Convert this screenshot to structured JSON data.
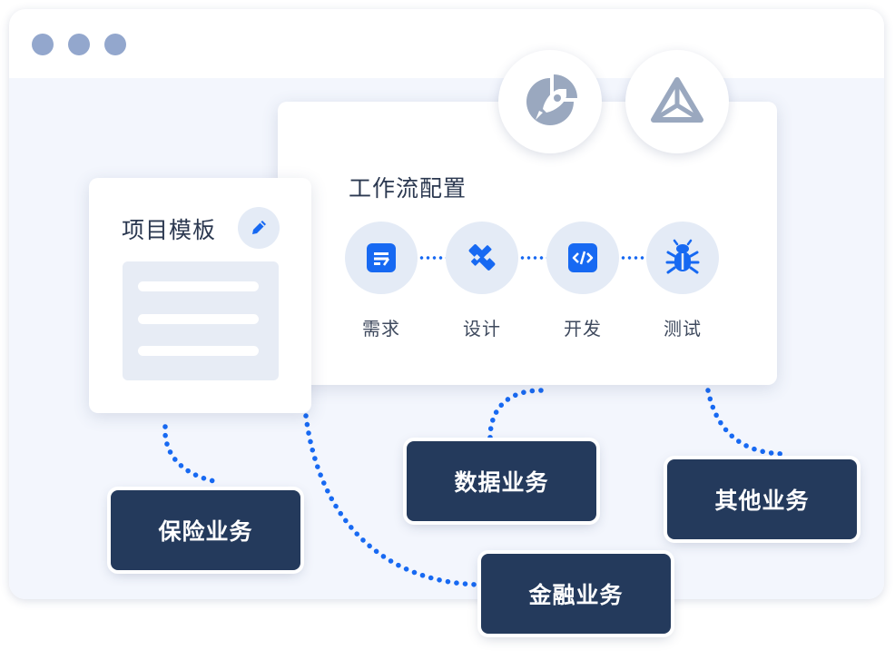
{
  "window": {
    "dots": [
      "window-dot",
      "window-dot",
      "window-dot"
    ],
    "dot_color": "#93a7cd",
    "body_color": "#f3f6fd"
  },
  "floating_icons": [
    "rocket-pie-icon",
    "triangle-logo-icon"
  ],
  "workflow": {
    "title": "工作流配置",
    "steps": [
      {
        "label": "需求",
        "icon": "requirement-doc-icon"
      },
      {
        "label": "设计",
        "icon": "design-ruler-pencil-icon"
      },
      {
        "label": "开发",
        "icon": "code-icon"
      },
      {
        "label": "测试",
        "icon": "bug-icon"
      }
    ],
    "accent_color": "#1769f2"
  },
  "template": {
    "title": "项目模板",
    "edit_icon": "pencil-icon"
  },
  "business": {
    "insurance": "保险业务",
    "data": "数据业务",
    "other": "其他业务",
    "finance": "金融业务",
    "color": "#243a5c"
  }
}
